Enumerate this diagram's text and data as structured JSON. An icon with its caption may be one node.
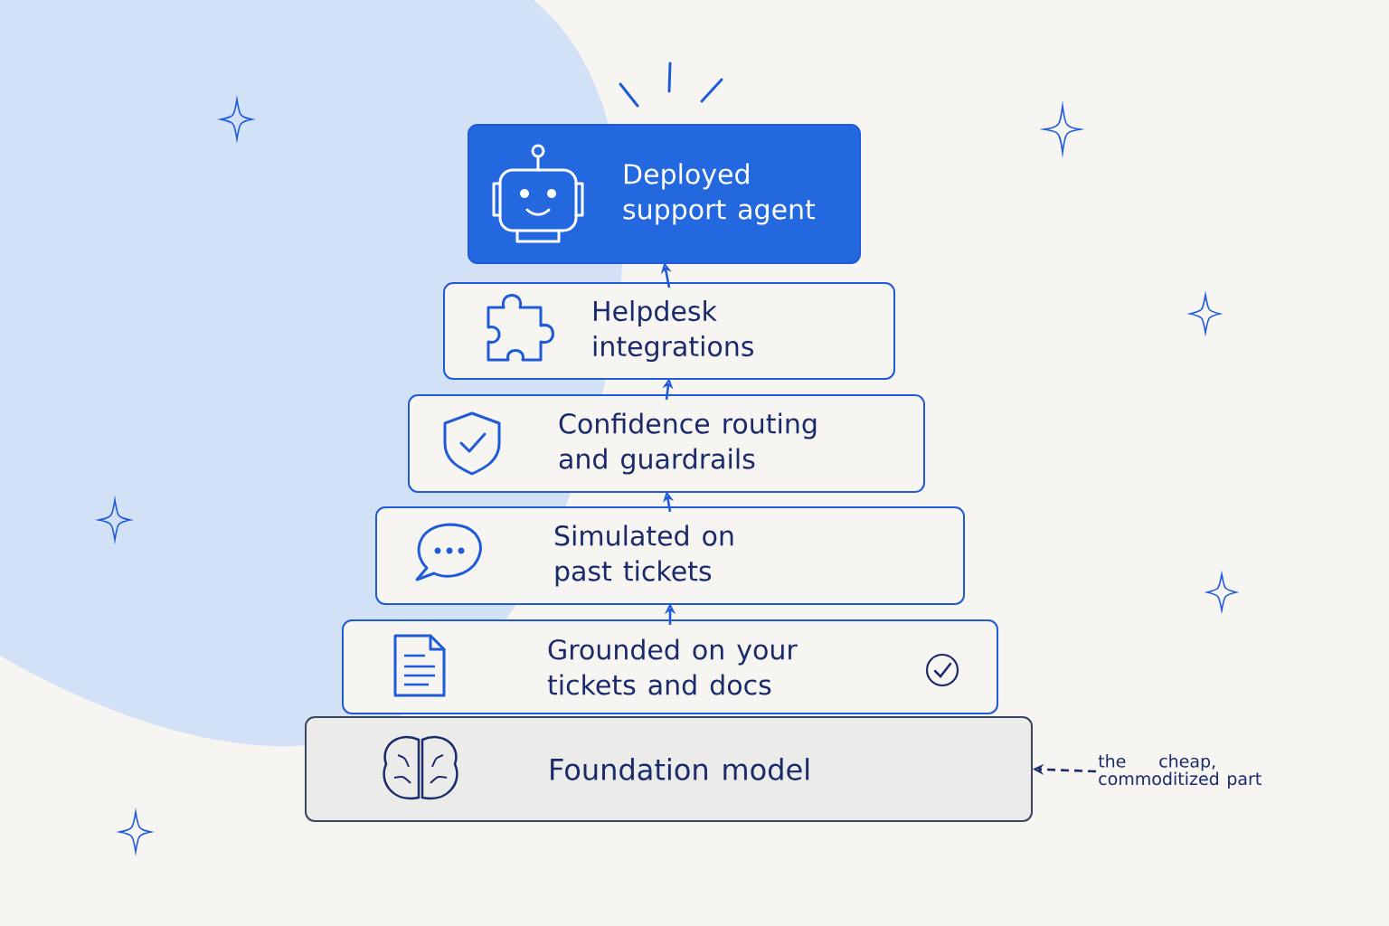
{
  "diagram": {
    "nodes": [
      {
        "text": [
          "Deployed support agent"
        ]
      },
      {
        "text": [
          "Helpdesk integrations"
        ]
      },
      {
        "text": [
          "Confidence routing and guardrails"
        ]
      },
      {
        "text": [
          "Simulated on past tickets"
        ]
      },
      {
        "text": [
          "Grounded on your tickets and docs"
        ]
      },
      {
        "text": [
          "Foundation model"
        ]
      },
      {
        "text": [
          "the cheap, commoditized part"
        ]
      }
    ],
    "edges": [
      {
        "from": 1,
        "to": 0,
        "arrow": "to"
      },
      {
        "from": 2,
        "to": 1,
        "arrow": "to"
      },
      {
        "from": 3,
        "to": 2,
        "arrow": "to"
      },
      {
        "from": 4,
        "to": 3,
        "arrow": "to"
      },
      {
        "from": 6,
        "to": 5,
        "arrow": "to",
        "style": "dashed",
        "color": "#1b2a6b"
      }
    ]
  }
}
